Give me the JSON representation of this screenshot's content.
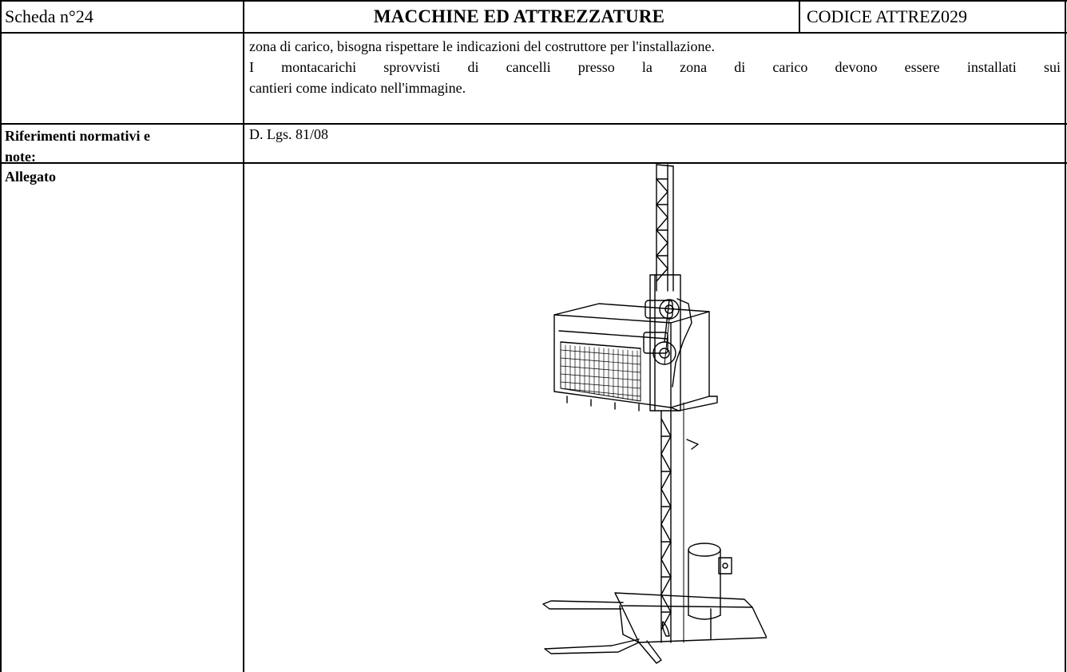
{
  "header": {
    "sheet_label": "Scheda n°24",
    "title": "MACCHINE ED ATTREZZATURE",
    "code": "CODICE ATTREZ029"
  },
  "description": {
    "line1": "zona di carico, bisogna rispettare le indicazioni del costruttore per l'installazione.",
    "line2": "I montacarichi sprovvisti di cancelli presso la zona di carico devono essere installati sui",
    "line3": "cantieri come indicato nell'immagine."
  },
  "references": {
    "label_line1": "Riferimenti normativi e",
    "label_line2": "note:",
    "value": "D. Lgs. 81/08"
  },
  "attachment": {
    "label": "Allegato",
    "image_subject": "construction hoist (montacarichi) line drawing"
  }
}
